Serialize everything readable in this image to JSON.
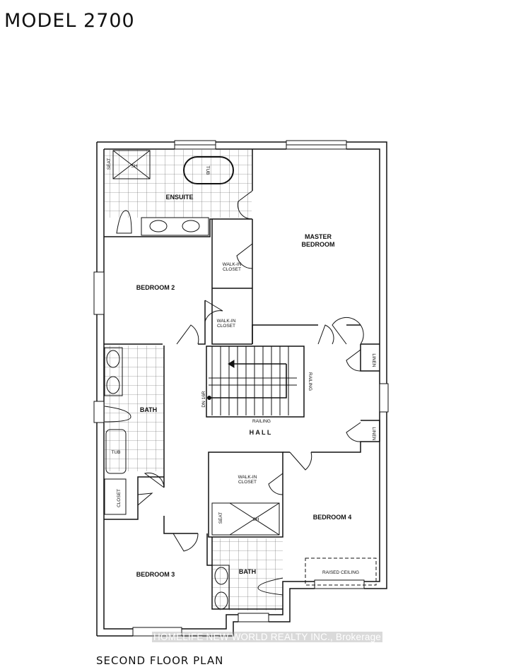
{
  "title": "MODEL 2700",
  "subtitle": "SECOND FLOOR PLAN",
  "watermark": "HOMELIFE NEW WORLD REALTY INC., Brokerage",
  "rooms": {
    "ensuite": "ENSUITE",
    "master_bedroom_line1": "MASTER",
    "master_bedroom_line2": "BEDROOM",
    "bedroom2": "BEDROOM 2",
    "bedroom3": "BEDROOM 3",
    "bedroom4": "BEDROOM 4",
    "bath_upper": "BATH",
    "bath_lower": "BATH",
    "hall": "H A L L",
    "walkin1_line1": "WALK-IN",
    "walkin1_line2": "CLOSET",
    "walkin2_line1": "WALK-IN",
    "walkin2_line2": "CLOSET",
    "walkin3_line1": "WALK-IN",
    "walkin3_line2": "CLOSET",
    "closet": "CLOSET",
    "linen1": "LINEN",
    "linen2": "LINEN",
    "raised_ceiling": "RAISED CEILING"
  },
  "fixtures": {
    "seat1": "SEAT",
    "shower1": "SH",
    "tub1": "TUB",
    "tub2": "TUB",
    "seat2": "SEAT",
    "shower2": "SH",
    "railing1": "RAILING",
    "railing2": "RAILING",
    "stairs": "DN 16R"
  }
}
